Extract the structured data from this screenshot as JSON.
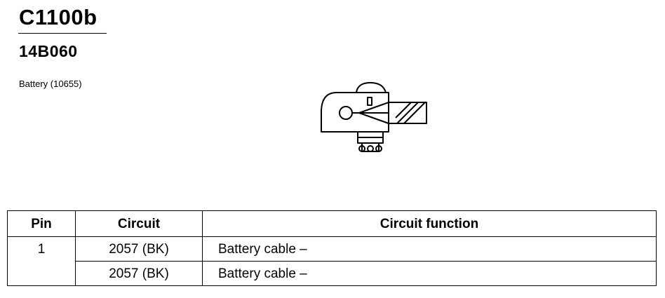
{
  "header": {
    "connector_id": "C1100b",
    "part_number": "14B060",
    "description": "Battery (10655)"
  },
  "table": {
    "columns": [
      "Pin",
      "Circuit",
      "Circuit function"
    ],
    "rows": [
      {
        "pin": "1",
        "circuit": "2057 (BK)",
        "function": "Battery cable –"
      },
      {
        "pin": "",
        "circuit": "2057 (BK)",
        "function": "Battery cable –"
      }
    ]
  }
}
